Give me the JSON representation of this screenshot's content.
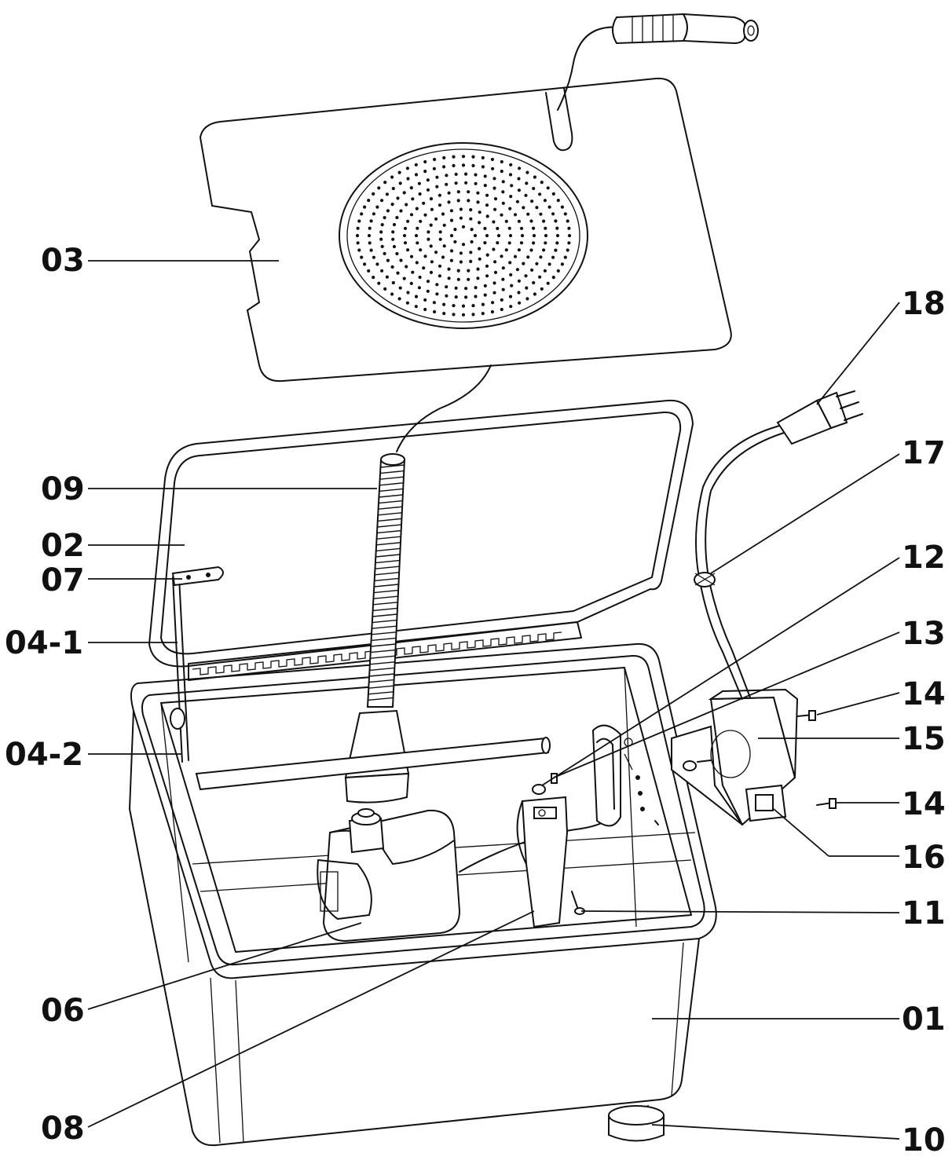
{
  "labels": {
    "l03": "03",
    "l09": "09",
    "l02": "02",
    "l07": "07",
    "l04_1": "04-1",
    "l04_2": "04-2",
    "l06": "06",
    "l08": "08",
    "l18": "18",
    "l17": "17",
    "l12": "12",
    "l13": "13",
    "l14a": "14",
    "l15": "15",
    "l14b": "14",
    "l16": "16",
    "l11": "11",
    "l01": "01",
    "l10": "10"
  },
  "colors": {
    "line": "#111111",
    "background": "#ffffff"
  }
}
